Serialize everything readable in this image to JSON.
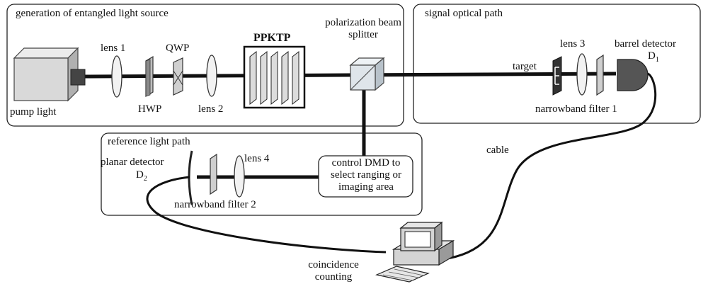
{
  "panels": {
    "source": "generation of entangled light source",
    "signal": "signal optical path",
    "reference": "reference light path"
  },
  "components": {
    "pump": "pump light",
    "lens1": "lens 1",
    "hwp": "HWP",
    "qwp": "QWP",
    "lens2": "lens 2",
    "crystal": "PPKTP",
    "pbs": "polarization beam splitter",
    "target": "target",
    "lens3": "lens 3",
    "filter1": "narrowband filter 1",
    "barrel": "barrel detector",
    "d1_main": "D",
    "d1_sub": "1",
    "cable": "cable",
    "dmd": "control DMD to select ranging or imaging area",
    "lens4": "lens 4",
    "planar": "planar detector",
    "d2_main": "D",
    "d2_sub": "2",
    "filter2": "narrowband filter 2",
    "coincidence": "coincidence counting"
  },
  "colors": {
    "beam": "#111111",
    "box_face": "#d9d9d9",
    "box_top": "#ececec",
    "box_side": "#b0b0b0",
    "lens_fill": "#f2f2f2",
    "filter_fill": "#cfcfcf",
    "detector_fill": "#555555",
    "cube_fill": "#dfe5ea"
  }
}
